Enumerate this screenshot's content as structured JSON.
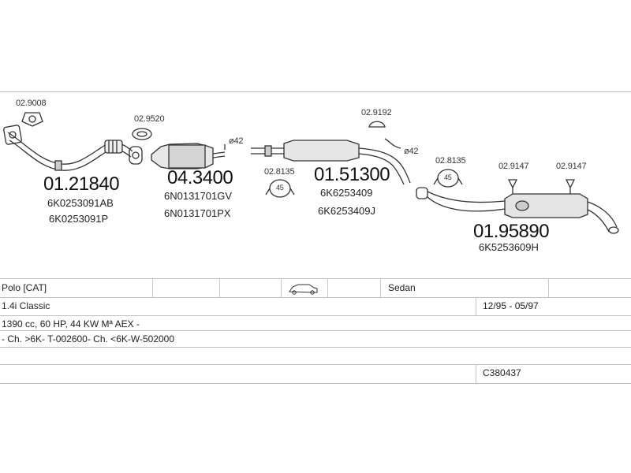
{
  "parts": [
    {
      "num": "02.9008"
    },
    {
      "num": "02.9520"
    },
    {
      "num": "02.9192"
    },
    {
      "num": "02.8135"
    },
    {
      "num": "02.8135"
    },
    {
      "num": "02.9147"
    },
    {
      "num": "02.9147"
    }
  ],
  "main_parts": [
    {
      "num": "01.21840",
      "ref1": "6K0253091AB",
      "ref2": "6K0253091P"
    },
    {
      "num": "04.3400",
      "ref1": "6N0131701GV",
      "ref2": "6N0131701PX"
    },
    {
      "num": "01.51300",
      "ref1": "6K6253409",
      "ref2": "6K6253409J"
    },
    {
      "num": "01.95890",
      "ref1": "6K5253609H"
    }
  ],
  "diameters": [
    "ø42",
    "ø42"
  ],
  "clamp_size": [
    "45",
    "45"
  ],
  "table": {
    "model": "Polo  [CAT]",
    "body": "Sedan",
    "variant": "1.4i Classic",
    "years": "12/95 - 05/97",
    "engine": "1390 cc, 60 HP, 44 KW Mª AEX -",
    "chassis": "- Ch. >6K- T-002600- Ch. <6K-W-502000",
    "code": "C380437"
  }
}
